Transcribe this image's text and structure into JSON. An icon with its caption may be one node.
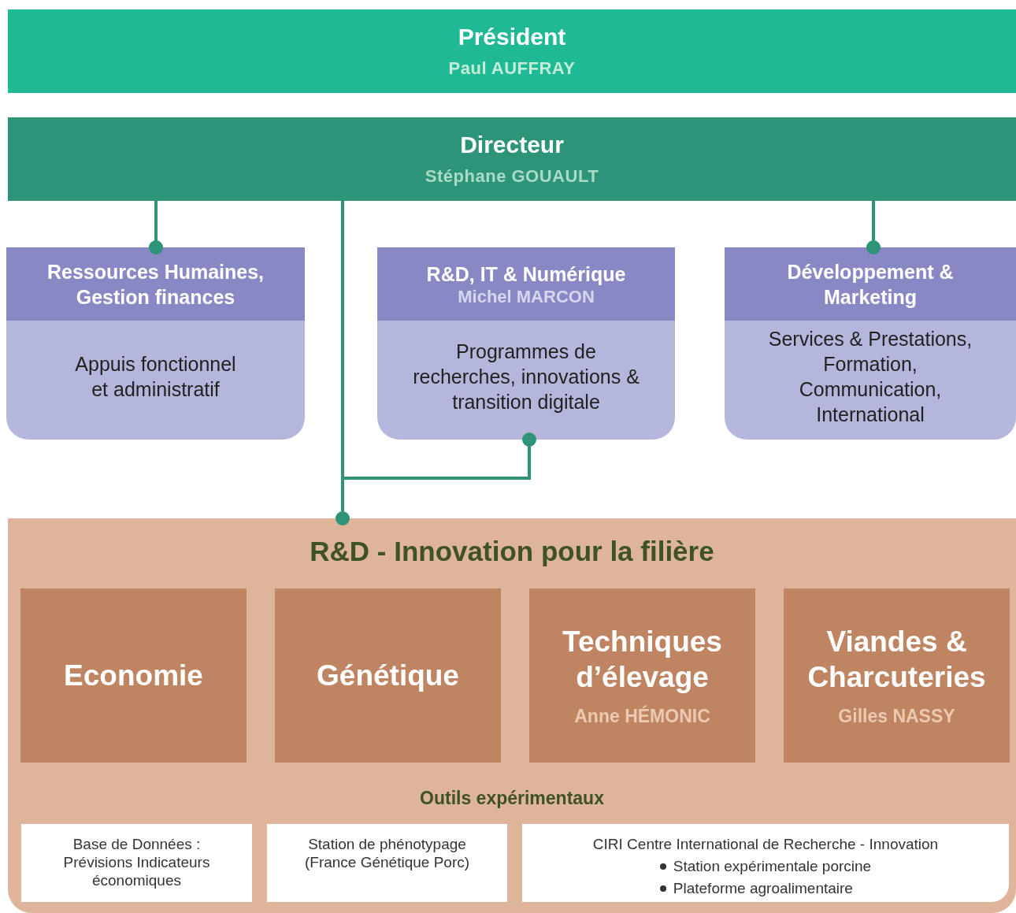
{
  "diagram": {
    "nodes": [
      {
        "text": [
          "Président",
          "Paul AUFFRAY"
        ]
      },
      {
        "text": [
          "Directeur",
          "Stéphane GOUAULT"
        ]
      },
      {
        "text": [
          "Ressources Humaines, Gestion finances",
          "Appuis fonctionnel et administratif"
        ]
      },
      {
        "text": [
          "R&D, IT & Numérique",
          "Michel MARCON",
          "Programmes de recherches, innovations & transition digitale"
        ]
      },
      {
        "text": [
          "Développement & Marketing",
          "Services & Prestations, Formation, Communication, International"
        ]
      },
      {
        "text": [
          "R&D - Innovation pour la filière",
          "Outils expérimentaux"
        ]
      },
      {
        "text": [
          "Economie"
        ],
        "in": 5
      },
      {
        "text": [
          "Génétique"
        ],
        "in": 5
      },
      {
        "text": [
          "Techniques d’élevage",
          "Anne HÉMONIC"
        ],
        "in": 5
      },
      {
        "text": [
          "Viandes & Charcuteries",
          "Gilles NASSY"
        ],
        "in": 5
      },
      {
        "text": [
          "Base de Données : Prévisions Indicateurs économiques"
        ],
        "in": 5
      },
      {
        "text": [
          "Station de phénotypage (France Génétique Porc)"
        ],
        "in": 5
      },
      {
        "text": [
          "CIRI Centre International de Recherche - Innovation",
          "Station expérimentale porcine",
          "Plateforme agroalimentaire"
        ],
        "in": 5
      }
    ],
    "edges": [
      {
        "from": 1,
        "to": 2,
        "arrow": "other"
      },
      {
        "from": 1,
        "to": 4,
        "arrow": "other"
      },
      {
        "from": 1,
        "to": 5,
        "arrow": "other"
      },
      {
        "from": 5,
        "to": 3,
        "arrow": "other"
      }
    ]
  }
}
